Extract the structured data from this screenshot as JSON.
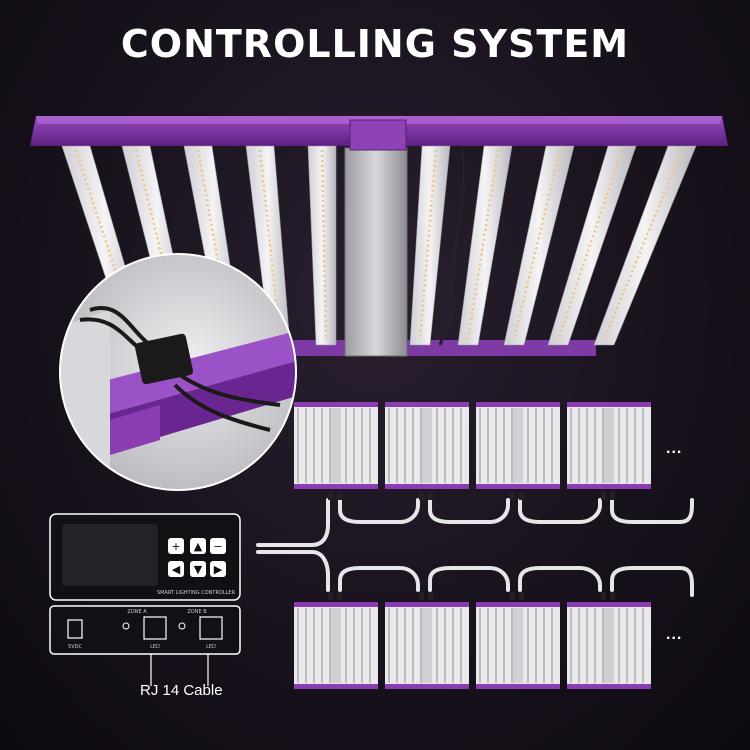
{
  "title": "CONTROLLING SYSTEM",
  "cable_label": "RJ 14 Cable",
  "ellipsis": "...",
  "controller": {
    "name": "SMART LIGHTING CONTROLLER",
    "buttons": [
      "+",
      "▲",
      "−",
      "◀",
      "▼",
      "▶"
    ]
  },
  "back_panel": {
    "power_label": "5VDC",
    "zone_a_label": "ZONE A",
    "zone_b_label": "ZONE B",
    "port_label": "LED"
  },
  "colors": {
    "accent_purple": "#7a2ea0",
    "background": "#15101a",
    "text": "#ffffff"
  }
}
